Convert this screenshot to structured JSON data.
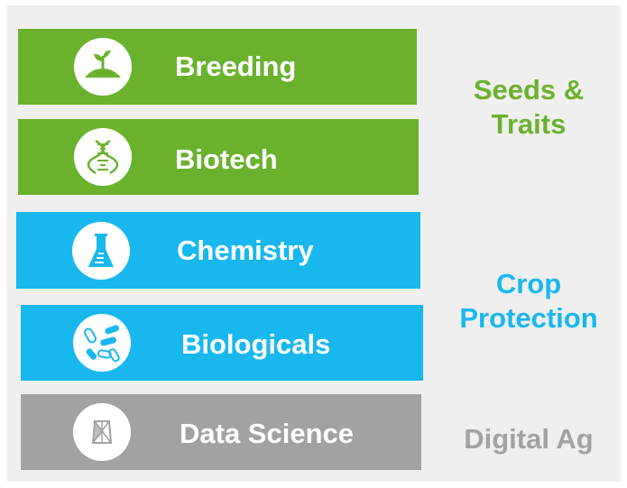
{
  "bars": [
    {
      "label": "Breeding",
      "icon": "sprout-icon"
    },
    {
      "label": "Biotech",
      "icon": "dna-icon"
    },
    {
      "label": "Chemistry",
      "icon": "flask-icon"
    },
    {
      "label": "Biologicals",
      "icon": "microbes-icon"
    },
    {
      "label": "Data Science",
      "icon": "data-cube-icon"
    }
  ],
  "categories": {
    "seeds": {
      "line1": "Seeds &",
      "line2": "Traits",
      "color": "#6ab22e"
    },
    "crop": {
      "line1": "Crop",
      "line2": "Protection",
      "color": "#18b8ee"
    },
    "digital": {
      "line1": "Digital Ag",
      "color": "#a2a2a2"
    }
  },
  "colors": {
    "green": "#6ab22e",
    "blue": "#18b8ee",
    "gray": "#a2a2a2"
  }
}
